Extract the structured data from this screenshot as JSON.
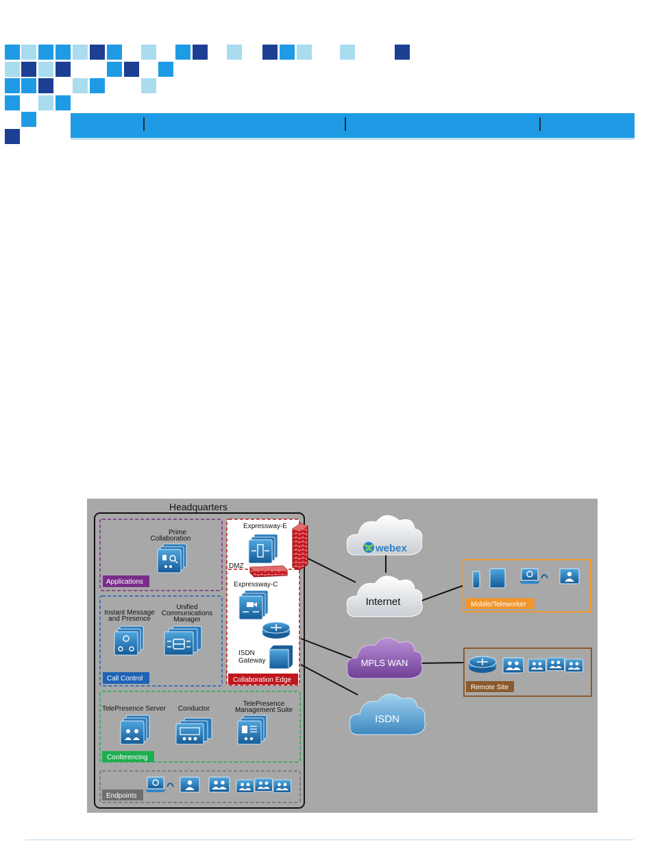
{
  "diagram": {
    "headquarters": "Headquarters",
    "applications": {
      "badge": "Applications",
      "prime_line1": "Prime",
      "prime_line2": "Collaboration"
    },
    "call_control": {
      "badge": "Call Control",
      "im_line1": "Instant Message",
      "im_line2": "and Presence",
      "ucm_line1": "Unified",
      "ucm_line2": "Communications",
      "ucm_line3": "Manager"
    },
    "collab_edge": {
      "badge": "Collaboration Edge",
      "expressway_e": "Expressway-E",
      "dmz": "DMZ",
      "expressway_c": "Expressway-C",
      "isdn_line1": "ISDN",
      "isdn_line2": "Gateway"
    },
    "conferencing": {
      "badge": "Conferencing",
      "telepresence_server": "TelePresence Server",
      "conductor": "Conductor",
      "tms_line1": "TelePresence",
      "tms_line2": "Management Suite"
    },
    "endpoints": {
      "badge": "Endpoints"
    },
    "clouds": {
      "webex": "webex",
      "internet": "Internet",
      "mpls": "MPLS WAN",
      "isdn": "ISDN"
    },
    "mobile": {
      "badge": "Mobile/Teleworker"
    },
    "remote": {
      "badge": "Remote Site"
    },
    "colors": {
      "background": "#a8a8a8",
      "applications": "#7a2d8a",
      "call_control": "#1e63b5",
      "collab_edge": "#c0161d",
      "conferencing": "#1eae4e",
      "endpoints": "#6f6f6f",
      "mobile": "#f0962b",
      "remote": "#8a5a2b",
      "header_bar": "#1f9be6"
    }
  }
}
